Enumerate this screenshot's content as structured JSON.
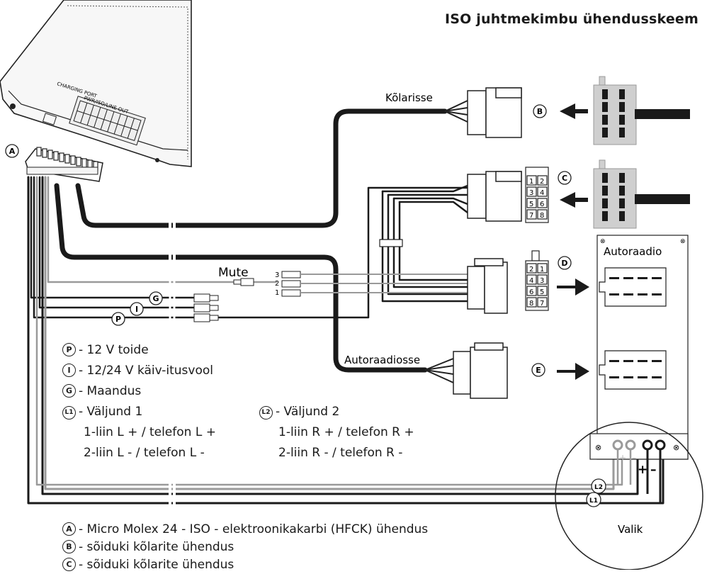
{
  "title": "ISO juhtmekimbu ühendusskeem",
  "device_labels": {
    "charging_port": "CHARGING PORT",
    "pwr_port": "PWR/ISO/LINE OUT"
  },
  "connector_letters": {
    "A": "A",
    "B": "B",
    "C": "C",
    "D": "D",
    "E": "E",
    "G": "G",
    "I": "I",
    "P": "P",
    "L1": "L1",
    "L2": "L2"
  },
  "wire_labels": {
    "speakers": "Kõlarisse",
    "radio": "Autoraadiosse",
    "mute": "Mute",
    "mute_pins": [
      "3",
      "2",
      "1"
    ]
  },
  "pin_numbers_c": [
    "1",
    "2",
    "3",
    "4",
    "5",
    "6",
    "7",
    "8"
  ],
  "pin_numbers_d": [
    "2",
    "1",
    "4",
    "3",
    "6",
    "5",
    "8",
    "7"
  ],
  "radio_box": {
    "label": "Autoraadio"
  },
  "option": {
    "label": "Valik",
    "plus": "+",
    "minus": "–"
  },
  "legend": {
    "P": "- 12 V toide",
    "I": "- 12/24 V käiv-itusvool",
    "G": "- Maandus",
    "L1_title": "- Väljund 1",
    "L1_line1": "1-liin L + / telefon L +",
    "L1_line2": "2-liin L - / telefon L -",
    "L2_title": "- Väljund  2",
    "L2_line1": "1-liin R + / telefon R +",
    "L2_line2": "2-liin R - / telefon R -"
  },
  "bottom_legend": {
    "A": "- Micro Molex 24 - ISO - elektroonikakarbi (HFCK) ühendus",
    "B": "- sõiduki kõlarite ühendus",
    "C": "- sõiduki kõlarite ühendus"
  },
  "colors": {
    "wire": "#1a1a1a",
    "grey_wire": "#9a9a9a",
    "plug": "#cfcfcf"
  }
}
